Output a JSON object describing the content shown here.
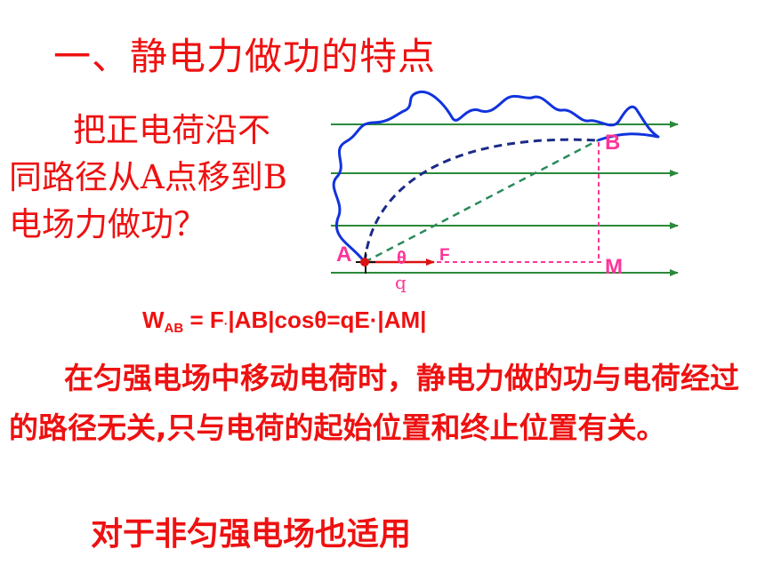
{
  "title": "一、静电力做功的特点",
  "question": "把正电荷沿不同路径从A点移到B电场力做功？",
  "formula": {
    "w": "W",
    "w_sub": "AB",
    "rest1": " = F",
    "dot": "·",
    "rest2": "|AB|cosθ=qE·|AM|"
  },
  "conclusion": "在匀强电场中移动电荷时，静电力做的功与电荷经过的路径无关,只与电荷的起始位置和终止位置有关。",
  "nonuniform": "对于非匀强电场也适用",
  "diagram": {
    "label_a": "A",
    "label_b": "B",
    "label_m": "M",
    "label_f": "F",
    "label_theta": "θ",
    "label_q": "q",
    "colors": {
      "field_lines": "#2a8a3a",
      "curve_path": "#1133dd",
      "dashed_arc": "#1a2a88",
      "dashed_chord": "#2a8a5a",
      "labels": "#ff3399",
      "charge": "#dd1111"
    }
  }
}
